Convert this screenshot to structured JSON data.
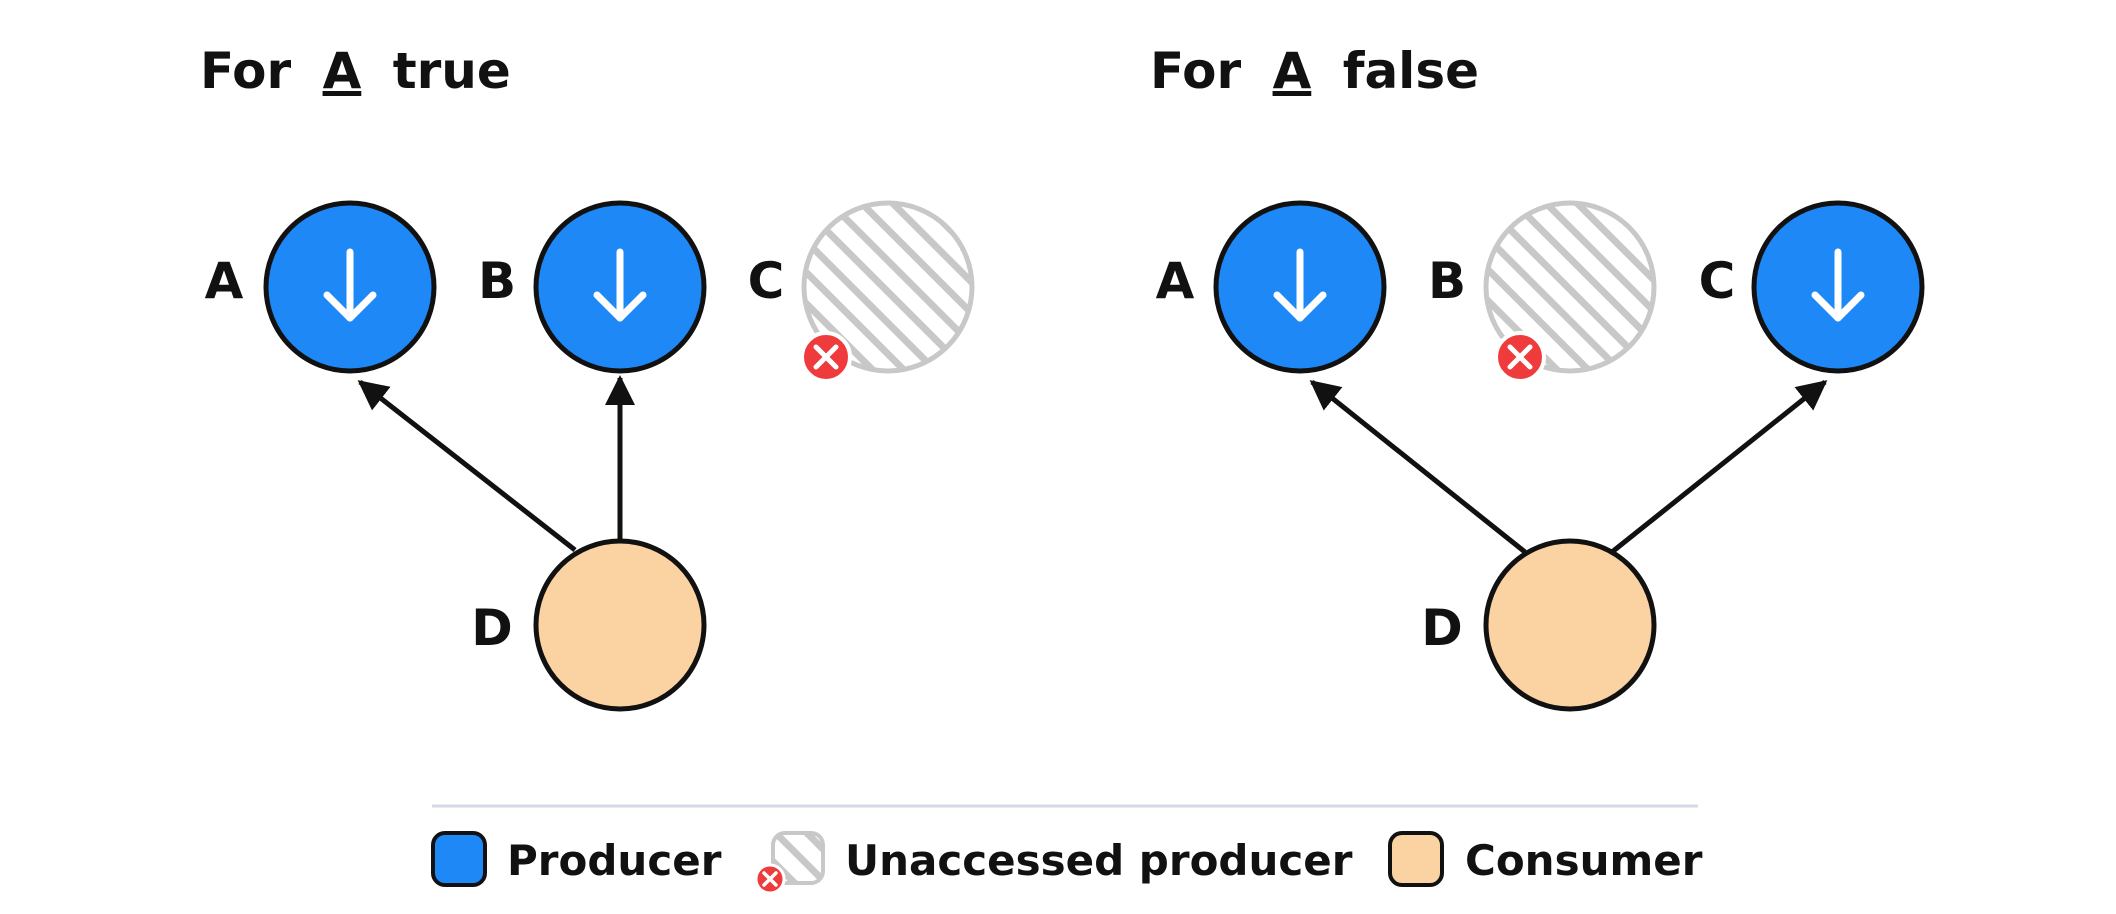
{
  "panels": [
    {
      "title_prefix": "For",
      "title_var": "A",
      "title_suffix": "true",
      "nodes": [
        {
          "label": "A",
          "kind": "producer"
        },
        {
          "label": "B",
          "kind": "producer"
        },
        {
          "label": "C",
          "kind": "unaccessed"
        },
        {
          "label": "D",
          "kind": "consumer"
        }
      ],
      "edges": [
        {
          "from": "D",
          "to": "A"
        },
        {
          "from": "D",
          "to": "B"
        }
      ]
    },
    {
      "title_prefix": "For",
      "title_var": "A",
      "title_suffix": "false",
      "nodes": [
        {
          "label": "A",
          "kind": "producer"
        },
        {
          "label": "B",
          "kind": "unaccessed"
        },
        {
          "label": "C",
          "kind": "producer"
        },
        {
          "label": "D",
          "kind": "consumer"
        }
      ],
      "edges": [
        {
          "from": "D",
          "to": "A"
        },
        {
          "from": "D",
          "to": "C"
        }
      ]
    }
  ],
  "legend": {
    "producer": "Producer",
    "unaccessed": "Unaccessed producer",
    "consumer": "Consumer"
  },
  "colors": {
    "producer": "#1e88f7",
    "consumer": "#fbd3a3",
    "unaccessed_stripe": "#c8c8c8",
    "error": "#ef3b3b",
    "divider": "#d5d8e6"
  },
  "icons": {
    "producer": "down-arrow-icon",
    "unaccessed": "error-x-icon"
  }
}
